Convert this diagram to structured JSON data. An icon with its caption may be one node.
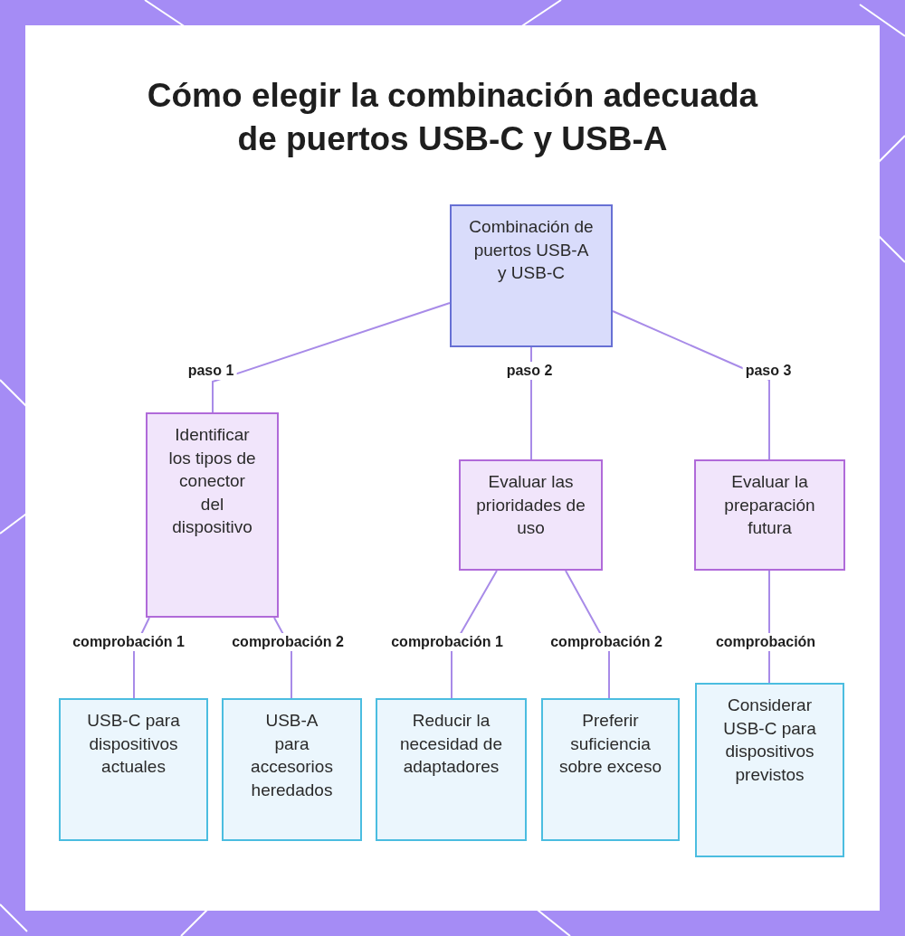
{
  "diagram": {
    "title": "Cómo elegir la combinación adecuada de puertos USB-C y USB-A",
    "nodes": [
      {
        "text": [
          "Combinación de puertos USB-A y USB-C"
        ]
      },
      {
        "text": [
          "Identificar los tipos de conector del dispositivo"
        ]
      },
      {
        "text": [
          "Evaluar las prioridades de uso"
        ]
      },
      {
        "text": [
          "Evaluar la preparación futura"
        ]
      },
      {
        "text": [
          "USB-C para dispositivos actuales"
        ]
      },
      {
        "text": [
          "USB-A para accesorios heredados"
        ]
      },
      {
        "text": [
          "Reducir la necesidad de adaptadores"
        ]
      },
      {
        "text": [
          "Preferir suficiencia sobre exceso"
        ]
      },
      {
        "text": [
          "Considerar USB-C para dispositivos previstos"
        ]
      }
    ],
    "edges": [
      {
        "from": 0,
        "to": 1,
        "arrow": "none",
        "label": "paso 1"
      },
      {
        "from": 0,
        "to": 2,
        "arrow": "none",
        "label": "paso 2"
      },
      {
        "from": 0,
        "to": 3,
        "arrow": "none",
        "label": "paso 3"
      },
      {
        "from": 1,
        "to": 4,
        "arrow": "none",
        "label": "comprobación 1"
      },
      {
        "from": 1,
        "to": 5,
        "arrow": "none",
        "label": "comprobación 2"
      },
      {
        "from": 2,
        "to": 6,
        "arrow": "none",
        "label": "comprobación 1"
      },
      {
        "from": 2,
        "to": 7,
        "arrow": "none",
        "label": "comprobación 2"
      },
      {
        "from": 3,
        "to": 8,
        "arrow": "none",
        "label": "comprobación"
      }
    ]
  }
}
